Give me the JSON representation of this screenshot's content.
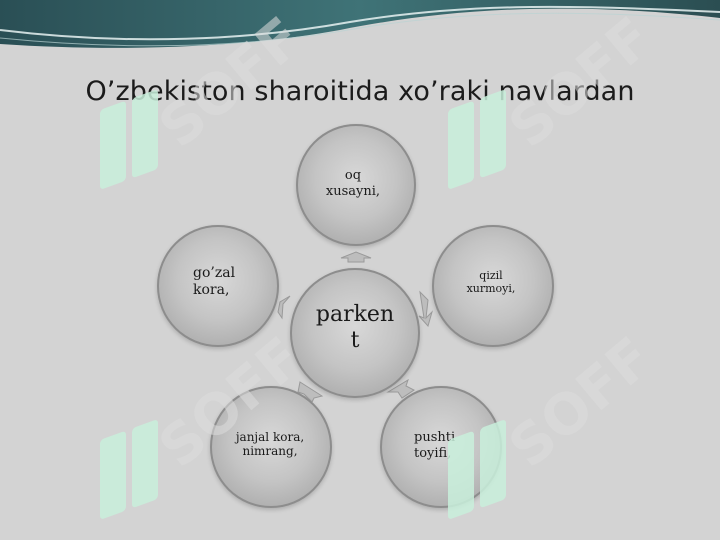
{
  "title": "O’zbekiston sharoitida xo’raki navlardan",
  "center": "parken\nt",
  "items": {
    "top": "oq\nxusayni,",
    "top_right": "qizil\nxurmoyi,",
    "bottom_right": "pushti\ntoyifi,",
    "bottom_left": "janjal kora,\nnimrang,",
    "top_left": "go’zal\nkora,"
  },
  "watermark": "SOFF",
  "colors": {
    "background": "#d3d3d3",
    "circle": "#c4c4c4",
    "watermark": "#c9f0dc",
    "banner": "#2f5a5e"
  }
}
